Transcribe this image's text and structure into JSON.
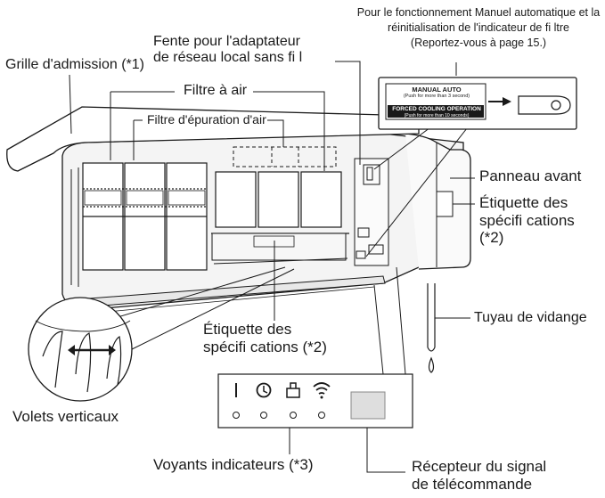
{
  "notes": {
    "manual_line1": "Pour le fonctionnement Manuel automatique et la",
    "manual_line2": "réinitialisation de l'indicateur de fi ltre",
    "manual_line3": "(Reportez-vous à page 15.)"
  },
  "labels": {
    "wlan_line1": "Fente pour l'adaptateur",
    "wlan_line2": "de réseau local sans fi l",
    "intake_grille": "Grille d'admission (*1)",
    "air_filter": "Filtre à air",
    "purify_filter": "Filtre d'épuration d'air",
    "front_panel": "Panneau avant",
    "spec_right_line1": "Étiquette des",
    "spec_right_line2": "spécifi cations",
    "spec_right_line3": "(*2)",
    "drain": "Tuyau de vidange",
    "spec_bottom_line1": "Étiquette des",
    "spec_bottom_line2": "spécifi cations (*2)",
    "louvers": "Volets verticaux",
    "indicators": "Voyants indicateurs (*3)",
    "receiver_line1": "Récepteur du signal",
    "receiver_line2": "de télécommande"
  },
  "button_card": {
    "line1": "MANUAL AUTO",
    "line2": "(Push for more than 3 second)",
    "line3": "FORCED COOLING OPERATION",
    "line4": "(Push for more than 10 seconds)"
  },
  "icons": [
    "power-icon",
    "timer-icon",
    "filter-icon",
    "wifi-icon"
  ],
  "colors": {
    "line": "#1a1a1a",
    "unit_fill": "#f2f2f2",
    "panel_fill": "#ffffff"
  }
}
